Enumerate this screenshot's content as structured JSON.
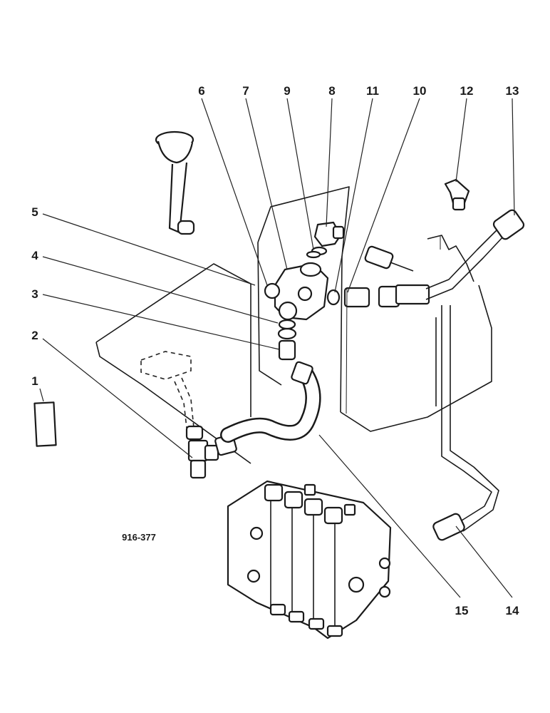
{
  "diagram": {
    "drawing_number": "916-377",
    "callouts": [
      "1",
      "2",
      "3",
      "4",
      "5",
      "6",
      "7",
      "8",
      "9",
      "10",
      "11",
      "12",
      "13",
      "14",
      "15"
    ]
  }
}
